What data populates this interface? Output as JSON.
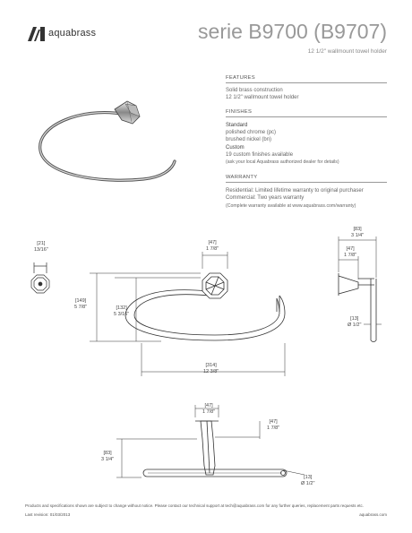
{
  "brand": {
    "name": "aquabrass"
  },
  "header": {
    "title": "serie B9700 (B9707)",
    "subtitle": "12 1/2\" wallmount towel holder"
  },
  "features": {
    "heading": "FEATURES",
    "lines": [
      "Solid brass construction",
      "12 1/2\" wallmount towel holder"
    ]
  },
  "finishes": {
    "heading": "FINISHES",
    "standard_label": "Standard",
    "standard": [
      "polished chrome (pc)",
      "brushed nickel (bn)"
    ],
    "custom_label": "Custom",
    "custom": [
      "19 custom finishes available",
      "(ask your local Aquabrass authorized dealer for details)"
    ]
  },
  "warranty": {
    "heading": "WARRANTY",
    "lines": [
      "Residential: Limited lifetime warranty to original purchaser",
      "Commercial: Two years warranty",
      "(Complete warranty available at www.aquabrass.com/warranty)"
    ]
  },
  "dims": {
    "d21": [
      "[21]",
      "13/16\""
    ],
    "d47top": [
      "[47]",
      "1 7/8\""
    ],
    "d149": [
      "[149]",
      "5 7/8\""
    ],
    "d132": [
      "[132]",
      "5 3/16\""
    ],
    "d314": [
      "[314]",
      "12 3/8\""
    ],
    "d83side": [
      "[83]",
      "3 1/4\""
    ],
    "d47side": [
      "[47]",
      "1 7/8\""
    ],
    "d13side": [
      "[13]",
      "Ø 1/2\""
    ],
    "d47bot1": [
      "[47]",
      "1 7/8\""
    ],
    "d47bot2": [
      "[47]",
      "1 7/8\""
    ],
    "d83bot": [
      "[83]",
      "3 1/4\""
    ],
    "d13bot": [
      "[13]",
      "Ø 1/2\""
    ]
  },
  "footer": {
    "disclaimer": "Products and specifications shown are subject to change without notice. Please contact our technical support at tech@aquabrass.com for any further queries, replacement parts requests etc.",
    "revision": "Last revision: 01/03/2013",
    "website": "aquabrass.com"
  }
}
